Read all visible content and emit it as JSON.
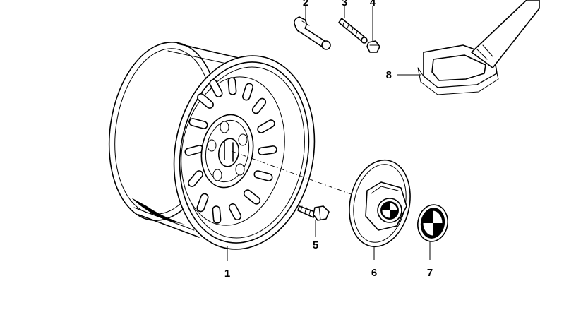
{
  "diagram": {
    "parts": [
      {
        "number": "1",
        "icon": "steel-wheel-rim-icon"
      },
      {
        "number": "2",
        "icon": "tire-valve-icon"
      },
      {
        "number": "3",
        "icon": "valve-core-icon"
      },
      {
        "number": "4",
        "icon": "valve-cap-icon"
      },
      {
        "number": "5",
        "icon": "wheel-bolt-icon"
      },
      {
        "number": "6",
        "icon": "hub-cap-icon"
      },
      {
        "number": "7",
        "icon": "emblem-badge-icon"
      },
      {
        "number": "8",
        "icon": "hub-cap-wrench-icon"
      }
    ]
  }
}
